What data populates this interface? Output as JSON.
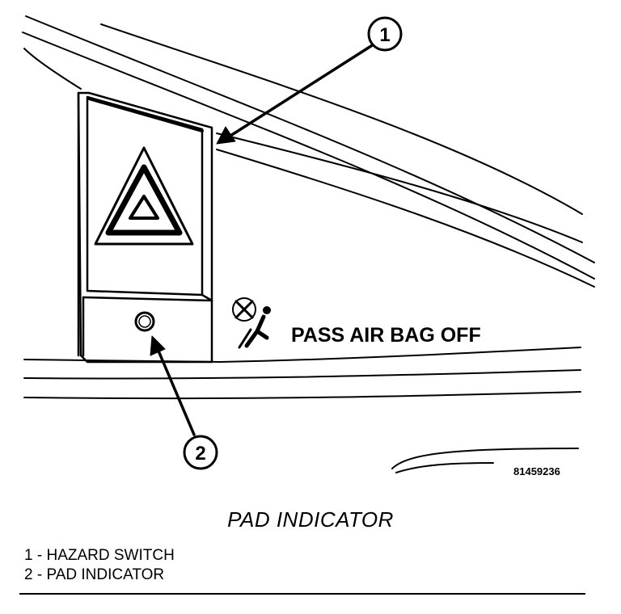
{
  "figure": {
    "callouts": [
      {
        "number": "1"
      },
      {
        "number": "2"
      }
    ],
    "panel_label": "PASS AIR BAG OFF",
    "figure_id": "81459236",
    "icons": [
      "hazard-triangle-icon",
      "airbag-off-icon",
      "pad-indicator-lamp-icon"
    ]
  },
  "caption": "PAD INDICATOR",
  "legend": [
    {
      "number": "1",
      "label": "HAZARD SWITCH"
    },
    {
      "number": "2",
      "label": "PAD INDICATOR"
    }
  ]
}
